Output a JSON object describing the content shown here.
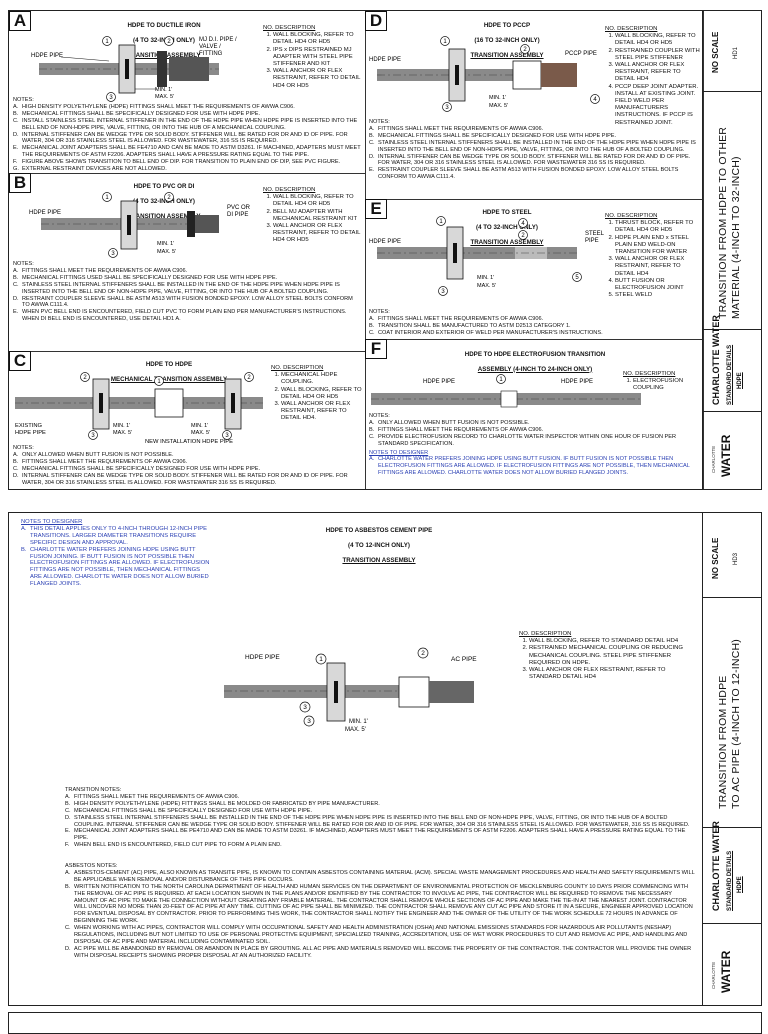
{
  "sheet1": {
    "A": {
      "letter": "A",
      "title": [
        "HDPE TO DUCTILE IRON",
        "(4 TO 32-INCH ONLY)"
      ],
      "subtitle": "TRANSITION ASSEMBLY",
      "labels": {
        "hdpe_pipe": "HDPE PIPE",
        "mj_di": "MJ D.I. PIPE /\nVALVE /\nFITTING",
        "min": "MIN. 1'",
        "max": "MAX. 5'"
      },
      "callouts": [
        "1",
        "2",
        "3"
      ],
      "desc_heading": "NO. DESCRIPTION",
      "desc": [
        "WALL BLOCKING, REFER TO DETAIL HD4 OR HD5",
        "IPS x DIPS RESTRAINED MJ ADAPTER WITH STEEL PIPE STIFFENER AND KIT",
        "WALL ANCHOR OR FLEX RESTRAINT, REFER TO DETAIL HD4 OR HD5"
      ],
      "notes_heading": "NOTES:",
      "notes": [
        [
          "A.",
          "HIGH DENSITY POLYETHYLENE (HDPE) FITTINGS SHALL MEET THE REQUIREMENTS OF AWWA C906."
        ],
        [
          "B.",
          "MECHANICAL FITTINGS SHALL BE SPECIFICALLY DESIGNED FOR USE WITH HDPE PIPE."
        ],
        [
          "C.",
          "INSTALL STAINLESS STEEL INTERNAL STIFFENER IN THE END OF THE HDPE PIPE WHEN HDPE PIPE IS INSERTED INTO THE BELL END OF NON-HDPE PIPE, VALVE, FITTING, OR INTO THE HUB OF A MECHANICAL COUPLING."
        ],
        [
          "D.",
          "INTERNAL STIFFENER CAN BE WEDGE TYPE OR SOLID BODY. STIFFENER WILL BE RATED FOR DR AND ID OF PIPE. FOR WATER, 304 OR 316 STAINLESS STEEL IS ALLOWED. FOR WASTEWATER, 316 SS IS REQUIRED."
        ],
        [
          "E.",
          "MECHANICAL JOINT ADAPTERS SHALL BE FE4710 AND CAN BE MADE TO ASTM D3261. IF MACHINED, ADAPTERS MUST MEET THE REQUIREMENTS OF ASTM F2206. ADAPTERS SHALL HAVE A PRESSURE RATING EQUAL TO THE PIPE."
        ],
        [
          "F.",
          "FIGURE ABOVE SHOWS TRANSITION TO BELL END OF DIP. FOR TRANSITION TO PLAIN END OF DIP, SEE PVC FIGURE."
        ],
        [
          "G.",
          "EXTERNAL RESTRAINT DEVICES ARE NOT ALLOWED."
        ]
      ]
    },
    "B": {
      "letter": "B",
      "title": [
        "HDPE TO PVC OR DI",
        "(4 TO 32-INCH ONLY)"
      ],
      "subtitle": "TRANSITION ASSEMBLY",
      "labels": {
        "hdpe_pipe": "HDPE PIPE",
        "pvc": "PVC OR\nDI PIPE",
        "min": "MIN. 1'",
        "max": "MAX. 5'"
      },
      "callouts": [
        "1",
        "2",
        "3"
      ],
      "desc_heading": "NO. DESCRIPTION",
      "desc": [
        "WALL BLOCKING, REFER TO DETAIL HD4 OR HD5",
        "BELL MJ ADAPTER WITH MECHANICAL RESTRAINT KIT",
        "WALL ANCHOR OR FLEX RESTRAINT, REFER TO DETAIL HD4 OR HD5"
      ],
      "notes_heading": "NOTES:",
      "notes": [
        [
          "A.",
          "FITTINGS SHALL MEET THE REQUIREMENTS OF AWWA C906."
        ],
        [
          "B.",
          "MECHANICAL FITTINGS USED SHALL BE SPECIFICALLY DESIGNED FOR USE WITH HDPE PIPE."
        ],
        [
          "C.",
          "STAINLESS STEEL INTERNAL STIFFENERS SHALL BE INSTALLED IN THE END OF THE HDPE PIPE WHEN HDPE PIPE IS INSERTED INTO THE BELL END OF NON-HDPE PIPE, VALVE, FITTING, OR INTO THE HUB OF A BOLTED COUPLING."
        ],
        [
          "D.",
          "RESTRAINT COUPLER SLEEVE SHALL BE ASTM A513 WITH FUSION BONDED EPOXY. LOW ALLOY STEEL BOLTS CONFORM TO AWWA C111.4."
        ],
        [
          "E.",
          "WHEN PVC BELL END IS ENCOUNTERED, FIELD CUT PVC TO FORM PLAIN END PER MANUFACTURER'S INSTRUCTIONS. WHEN DI BELL END IS ENCOUNTERED, USE DETAIL HD1 A."
        ]
      ]
    },
    "C": {
      "letter": "C",
      "title": [
        "HDPE TO HDPE"
      ],
      "subtitle": "MECHANICAL TRANSITION ASSEMBLY",
      "labels": {
        "existing": "EXISTING\nHDPE PIPE",
        "new": "NEW INSTALLATION HDPE PIPE",
        "min1": "MIN. 1'",
        "max1": "MAX. 5'",
        "min2": "MIN. 1'",
        "max2": "MAX. 5'"
      },
      "callouts": [
        "1",
        "2",
        "3"
      ],
      "desc_heading": "NO. DESCRIPTION",
      "desc": [
        "MECHANICAL HDPE COUPLING.",
        "WALL BLOCKING, REFER TO DETAIL HD4 OR HD5",
        "WALL ANCHOR OR FLEX RESTRAINT, REFER TO DETAIL HD4."
      ],
      "notes_heading": "NOTES:",
      "notes": [
        [
          "A.",
          "ONLY ALLOWED WHEN BUTT FUSION IS NOT POSSIBLE."
        ],
        [
          "B.",
          "FITTINGS SHALL MEET THE REQUIREMENTS OF AWWA C906."
        ],
        [
          "C.",
          "MECHANICAL FITTINGS SHALL BE SPECIFICALLY DESIGNED FOR USE WITH HDPE PIPE."
        ],
        [
          "D.",
          "INTERNAL STIFFENER CAN BE WEDGE TYPE OR SOLID BODY. STIFFENER WILL BE RATED FOR DR AND ID OF PIPE. FOR WATER, 304 OR 316 STAINLESS STEEL IS ALLOWED. FOR WASTEWATER 316 SS IS REQUIRED."
        ]
      ]
    },
    "D": {
      "letter": "D",
      "title": [
        "HDPE TO PCCP",
        "(16 TO 32-INCH ONLY)"
      ],
      "subtitle": "TRANSITION ASSEMBLY",
      "labels": {
        "hdpe_pipe": "HDPE PIPE",
        "pccp": "PCCP PIPE",
        "min": "MIN. 1'",
        "max": "MAX. 5'"
      },
      "callouts": [
        "1",
        "2",
        "3",
        "4"
      ],
      "desc_heading": "NO. DESCRIPTION",
      "desc": [
        "WALL BLOCKING, REFER TO DETAIL HD4 OR HD5",
        "RESTRAINED COUPLER WITH STEEL PIPE STIFFENER",
        "WALL ANCHOR OR FLEX RESTRAINT, REFER TO DETAIL HD4",
        "PCCP DEEP JOINT ADAPTER. INSTALL AT EXISTING JOINT. FIELD WELD PER MANUFACTURERS INSTRUCTIONS. IF PCCP IS RESTRAINED JOINT."
      ],
      "notes_heading": "NOTES:",
      "notes": [
        [
          "A.",
          "FITTINGS SHALL MEET THE REQUIREMENTS OF AWWA C906."
        ],
        [
          "B.",
          "MECHANICAL FITTINGS SHALL BE SPECIFICALLY DESIGNED FOR USE WITH HDPE PIPE."
        ],
        [
          "C.",
          "STAINLESS STEEL INTERNAL STIFFENERS SHALL BE INSTALLED IN THE END OF THE HDPE PIPE WHEN HDPE PIPE IS INSERTED INTO THE BELL END OF NON-HDPE PIPE, VALVE, FITTING, OR INTO THE HUB OF A BOLTED COUPLING."
        ],
        [
          "D.",
          "INTERNAL STIFFENER CAN BE WEDGE TYPE OR SOLID BODY. STIFFENER WILL BE RATED FOR DR AND ID OF PIPE. FOR WATER, 304 OR 316 STAINLESS STEEL IS ALLOWED. FOR WASTEWATER 316 SS IS REQUIRED."
        ],
        [
          "E.",
          "RESTRAINT COUPLER SLEEVE SHALL BE ASTM A513 WITH FUSION BONDED EPOXY. LOW ALLOY STEEL BOLTS CONFORM TO AWWA C111.4."
        ]
      ]
    },
    "E": {
      "letter": "E",
      "title": [
        "HDPE TO STEEL",
        "(4 TO 32-INCH ONLY)"
      ],
      "subtitle": "TRANSITION ASSEMBLY",
      "labels": {
        "hdpe_pipe": "HDPE PIPE",
        "steel": "STEEL\nPIPE",
        "min": "MIN. 1'",
        "max": "MAX. 5'"
      },
      "callouts": [
        "1",
        "2",
        "3",
        "4",
        "5"
      ],
      "desc_heading": "NO. DESCRIPTION",
      "desc": [
        "THRUST BLOCK, REFER TO DETAIL HD4 OR HD5",
        "HDPE PLAIN END x STEEL PLAIN END WELD-ON TRANSITION FOR WATER",
        "WALL ANCHOR OR FLEX RESTRAINT, REFER TO DETAIL HD4",
        "BUTT FUSION OR ELECTROFUSION JOINT",
        "STEEL WELD"
      ],
      "notes_heading": "NOTES:",
      "notes": [
        [
          "A.",
          "FITTINGS SHALL MEET THE REQUIREMENTS OF AWWA C906."
        ],
        [
          "B.",
          "TRANSITION SHALL BE MANUFACTURED TO ASTM D2513 CATEGORY 1."
        ],
        [
          "C.",
          "COAT INTERIOR AND EXTERIOR OF WELD PER MANUFACTURER'S INSTRUCTIONS."
        ]
      ]
    },
    "F": {
      "letter": "F",
      "title": [
        "HDPE TO HDPE ELECTROFUSION TRANSITION"
      ],
      "subtitle": "ASSEMBLY (4-INCH TO 24-INCH ONLY)",
      "labels": {
        "hdpe_left": "HDPE PIPE",
        "hdpe_right": "HDPE PIPE"
      },
      "callouts": [
        "1"
      ],
      "desc_heading": "NO. DESCRIPTION",
      "desc": [
        "ELECTROFUSION COUPLING"
      ],
      "notes_heading": "NOTES:",
      "notes": [
        [
          "A.",
          "ONLY ALLOWED WHEN BUTT FUSION IS NOT POSSIBLE."
        ],
        [
          "B.",
          "FITTINGS SHALL MEET THE REQUIREMENTS OF AWWA C906."
        ],
        [
          "C.",
          "PROVIDE ELECTROFUSION RECORD TO CHARLOTTE WATER INSPECTOR WITHIN ONE HOUR OF FUSION PER STANDARD SPECIFICATION."
        ]
      ],
      "designer_heading": "NOTES TO DESIGNER",
      "designer": [
        [
          "A.",
          "CHARLOTTE WATER PREFERS JOINING HDPE USING BUTT FUSION. IF BUTT FUSION IS NOT POSSIBLE THEN ELECTROFUSION FITTINGS ARE ALLOWED. IF ELECTROFUSION FITTINGS ARE NOT POSSIBLE, THEN MECHANICAL FITTINGS ARE ALLOWED. CHARLOTTE WATER DOES NOT ALLOW BURIED FLANGED JOINTS."
        ]
      ]
    },
    "title_block": {
      "no_scale": "NO SCALE",
      "sheet_no": "HD1",
      "title_line1": "TRANSITION FROM HDPE TO OTHER",
      "title_line2": "MATERIAL (4-INCH TO 32-INCH)",
      "org": "CHARLOTTE WATER",
      "std": "STANDARD DETAILS",
      "std_sub": "HDPE",
      "logo_top": "CHARLOTTE",
      "logo": "WATER"
    }
  },
  "sheet2": {
    "designer_heading": "NOTES TO DESIGNER",
    "designer": [
      [
        "A.",
        "THIS DETAIL APPLIES ONLY TO 4-INCH THROUGH 12-INCH PIPE TRANSITIONS. LARGER DIAMETER TRANSITIONS REQUIRE SPECIFIC DESIGN AND APPROVAL."
      ],
      [
        "B.",
        "CHARLOTTE WATER PREFERS JOINING HDPE USING BUTT FUSION JOINING. IF BUTT FUSION IS NOT POSSIBLE THEN ELECTROFUSION FITTINGS ARE ALLOWED. IF ELECTROFUSION FITTINGS ARE NOT POSSIBLE, THEN MECHANICAL FITTINGS ARE ALLOWED. CHARLOTTE WATER DOES NOT ALLOW BURIED FLANGED JOINTS."
      ]
    ],
    "title": [
      "HDPE TO ASBESTOS CEMENT PIPE",
      "(4 TO 12-INCH ONLY)"
    ],
    "subtitle": "TRANSITION ASSEMBLY",
    "labels": {
      "hdpe_pipe": "HDPE PIPE",
      "ac_pipe": "AC PIPE",
      "min": "MIN. 1'",
      "max": "MAX. 5'"
    },
    "callouts": [
      "1",
      "2",
      "3"
    ],
    "desc_heading": "NO. DESCRIPTION",
    "desc": [
      "WALL BLOCKING, REFER TO STANDARD DETAIL HD4",
      "RESTRAINED MECHANICAL COUPLING OR REDUCING MECHANICAL COUPLING. STEEL PIPE STIFFENER REQUIRED ON HDPE.",
      "WALL ANCHOR OR FLEX RESTRAINT, REFER TO STANDARD DETAIL HD4"
    ],
    "transition_heading": "TRANSITION NOTES:",
    "transition_notes": [
      [
        "A.",
        "FITTINGS SHALL MEET THE REQUIREMENTS OF AWWA C906."
      ],
      [
        "B.",
        "HIGH DENSITY POLYETHYLENE (HDPE) FITTINGS SHALL BE MOLDED OR FABRICATED BY PIPE MANUFACTURER."
      ],
      [
        "C.",
        "MECHANICAL FITTINGS SHALL BE SPECIFICALLY DESIGNED FOR USE WITH HDPE PIPE."
      ],
      [
        "D.",
        "STAINLESS STEEL INTERNAL STIFFENERS SHALL BE INSTALLED IN THE END OF THE HDPE PIPE WHEN HDPE PIPE IS INSERTED INTO THE BELL END OF NON-HDPE PIPE, VALVE, FITTING, OR INTO THE HUB OF A BOLTED COUPLING. INTERNAL STIFFENER CAN BE WEDGE TYPE OR SOLID BODY. STIFFENER WILL BE RATED FOR DR AND ID OF PIPE. FOR WATER, 304 OR 316 STAINLESS STEEL IS ALLOWED. FOR WASTEWATER, 316 SS IS REQUIRED."
      ],
      [
        "E.",
        "MECHANICAL JOINT ADAPTERS SHALL BE PE4710 AND CAN BE MADE TO ASTM D3261. IF MACHINED, ADAPTERS MUST MEET THE REQUIREMENTS OF ASTM F2206. ADAPTERS SHALL HAVE A PRESSURE RATING EQUAL TO THE PIPE."
      ],
      [
        "F.",
        "WHEN BELL END IS ENCOUNTERED, FIELD CUT PIPE TO FORM A PLAIN END."
      ]
    ],
    "asbestos_heading": "ASBESTOS NOTES:",
    "asbestos_notes": [
      [
        "A.",
        "ASBESTOS-CEMENT (AC) PIPE, ALSO KNOWN AS TRANSITE PIPE, IS KNOWN TO CONTAIN ASBESTOS CONTAINING MATERIAL (ACM). SPECIAL WASTE MANAGEMENT PROCEDURES AND HEALTH AND SAFETY REQUIREMENTS WILL BE APPLICABLE WHEN REMOVAL AND/OR DISTURBANCE OF THIS PIPE OCCURS."
      ],
      [
        "B.",
        "WRITTEN NOTIFICATION TO THE NORTH CAROLINA DEPARTMENT OF HEALTH AND HUMAN SERVICES ON THE DEPARTMENT OF ENVIRONMENTAL PROTECTION OF MECKLENBURG COUNTY 10 DAYS PRIOR COMMENCING WITH THE REMOVAL OF AC PIPE IS REQUIRED. AT EACH LOCATION SHOWN IN THE PLANS AND/OR IDENTIFIED BY THE CONTRACTOR TO INVOLVE AC PIPE, THE CONTRACTOR WILL BE REQUIRED TO REMOVE THE NECESSARY AMOUNT OF AC PIPE TO MAKE THE CONNECTION WITHOUT CREATING ANY FRIABLE MATERIAL. THE CONTRACTOR SHALL REMOVE WHOLE SECTIONS OF AC PIPE AND MAKE THE TIE-IN AT THE NEAREST JOINT. CONTRACTOR WILL UNCOVER NO MORE THAN 20-FEET OF AC PIPE AT ANY TIME. CUTTING OF AC PIPE SHALL BE MINIMIZED. THE CONTRACTOR SHALL REMOVE ANY CUT AC PIPE AND STORE IT IN A SECURE, ENGINEER APPROVED LOCATION FOR EVENTUAL DISPOSAL BY CONTRACTOR. PRIOR TO PERFORMING THIS WORK, THE CONTRACTOR SHALL NOTIFY THE ENGINEER AND THE OWNER OF THE UTILITY OF THE WORK SCHEDULE 72 HOURS IN ADVANCE OF BEGINNING THE WORK."
      ],
      [
        "C.",
        "WHEN WORKING WITH AC PIPES, CONTRACTOR WILL COMPLY WITH OCCUPATIONAL SAFETY AND HEALTH ADMINISTRATION (OSHA) AND NATIONAL EMISSIONS STANDARDS FOR HAZARDOUS AIR POLLUTANTS (NESHAP) REGULATIONS, INCLUDING BUT NOT LIMITED TO USE OF PERSONAL PROTECTIVE EQUIPMENT, SPECIALIZED TRAINING, ACCREDITATION, USE OF WET WORK PROCEDURES TO CUT AND REMOVE AC PIPE, AND HANDLING AND DISPOSAL OF AC PIPE AND MATERIAL INCLUDING CONTAMINATED SOIL."
      ],
      [
        "D.",
        "AC PIPE WILL BE ABANDONED BY REMOVAL OR ABANDON IN PLACE BY GROUTING. ALL AC PIPE AND MATERIALS REMOVED WILL BECOME THE PROPERTY OF THE CONTRACTOR. THE CONTRACTOR WILL PROVIDE THE OWNER WITH DISPOSAL RECEIPTS SHOWING PROPER DISPOSAL AT AN AUTHORIZED FACILITY."
      ]
    ],
    "title_block": {
      "no_scale": "NO SCALE",
      "sheet_no": "HD3",
      "title_line1": "TRANSITION FROM HDPE",
      "title_line2": "TO AC PIPE (4-INCH TO 12-INCH)",
      "org": "CHARLOTTE WATER",
      "std": "STANDARD DETAILS",
      "std_sub": "HDPE",
      "logo_top": "CHARLOTTE",
      "logo": "WATER"
    }
  }
}
